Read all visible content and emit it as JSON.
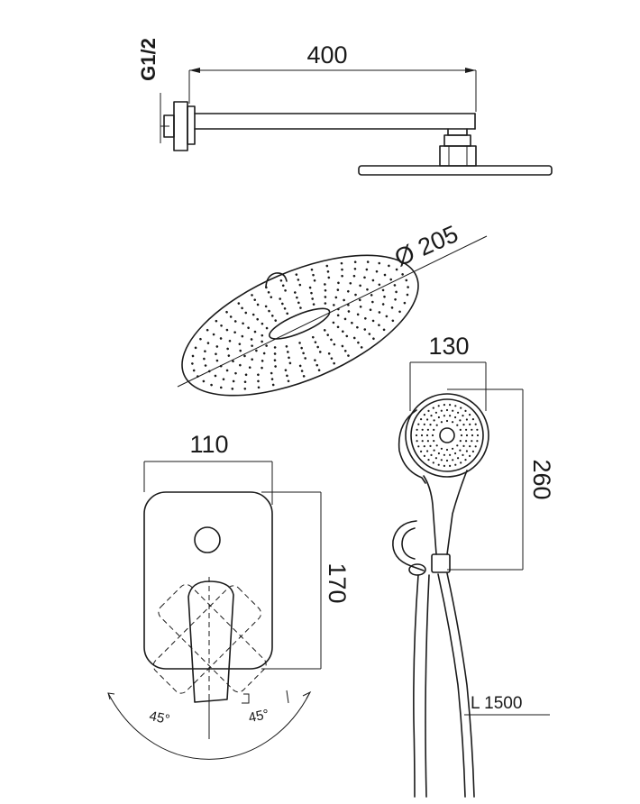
{
  "labels": {
    "g_thread": "G1/2",
    "arm_length": "400",
    "head_diameter": "Ø 205",
    "hand_width": "130",
    "hand_length": "260",
    "plate_width": "110",
    "plate_height": "170",
    "angle_left": "45°",
    "angle_right": "45°",
    "hose_length": "L 1500"
  }
}
